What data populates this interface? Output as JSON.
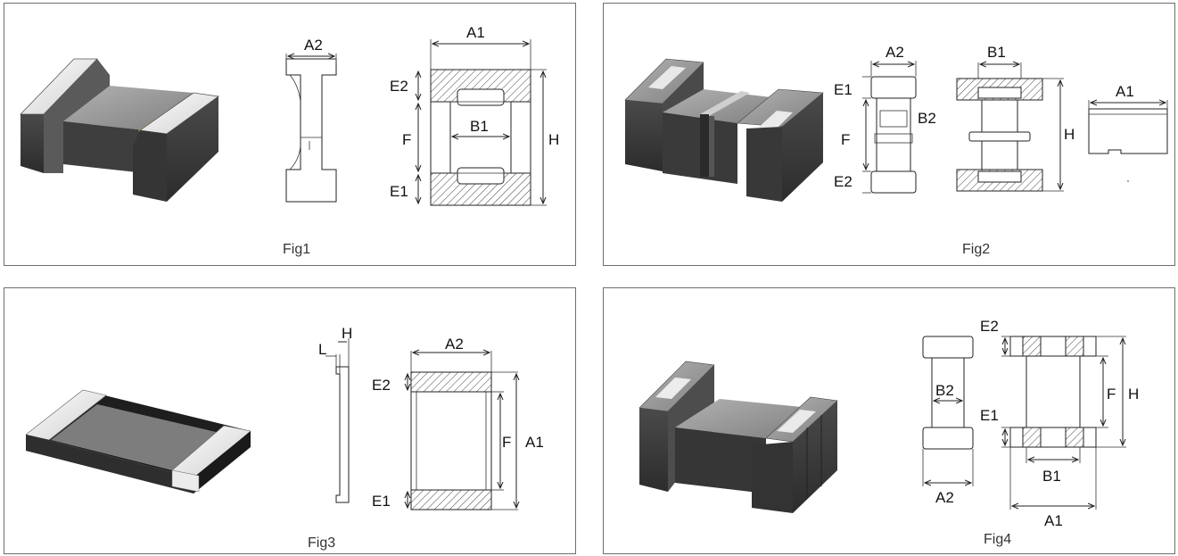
{
  "figures": [
    {
      "caption": "Fig1",
      "dims": {
        "a2": "A2",
        "a1": "A1",
        "e2": "E2",
        "f": "F",
        "b1": "B1",
        "h": "H",
        "e1": "E1"
      }
    },
    {
      "caption": "Fig2",
      "dims": {
        "a2": "A2",
        "b1": "B1",
        "a1": "A1",
        "e1": "E1",
        "b2": "B2",
        "f": "F",
        "h": "H",
        "e2": "E2"
      }
    },
    {
      "caption": "Fig3",
      "dims": {
        "l": "L",
        "h": "H",
        "a2": "A2",
        "e2": "E2",
        "f": "F",
        "a1": "A1",
        "e1": "E1"
      }
    },
    {
      "caption": "Fig4",
      "dims": {
        "e2": "E2",
        "b2": "B2",
        "f": "F",
        "h": "H",
        "e1": "E1",
        "b1": "B1",
        "a2": "A2",
        "a1": "A1"
      }
    }
  ],
  "colors": {
    "frame": "#6e6e6e",
    "body_dark": "#3c3c3c",
    "body_mid": "#7a7a7a",
    "top_face": "#9a9a9a",
    "electrode": "#e4e4e4",
    "hatch": "#444444",
    "accent_copper": "#c8a46a"
  }
}
